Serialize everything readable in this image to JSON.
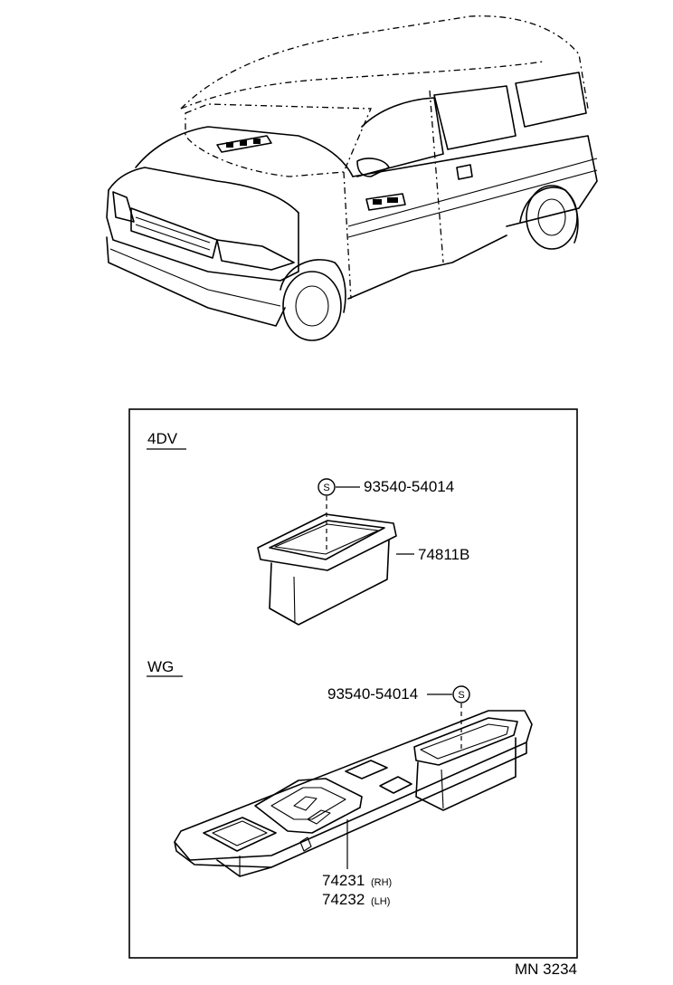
{
  "sections": {
    "upper": "4DV",
    "lower": "WG"
  },
  "parts": {
    "screw_upper": {
      "symbol": "S",
      "number": "93540-54014"
    },
    "bezel_4dv": {
      "number": "74811B"
    },
    "screw_lower": {
      "symbol": "S",
      "number": "93540-54014"
    },
    "panel_rh": {
      "number": "74231",
      "side": "(RH)"
    },
    "panel_lh": {
      "number": "74232",
      "side": "(LH)"
    }
  },
  "diagram_id": "MN 3234"
}
